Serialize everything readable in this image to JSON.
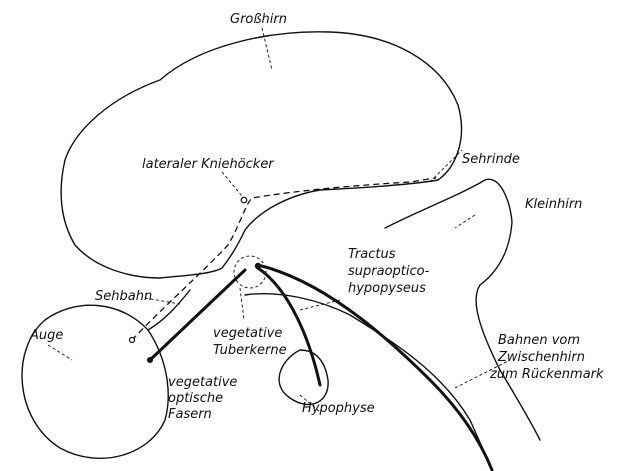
{
  "labels": {
    "grosshirn": "Großhirn",
    "lateraler_kniehoecker": "lateraler Kniehöcker",
    "sehrinde": "Sehrinde",
    "kleinhirn": "Kleinhirn",
    "tractus_line1": "Tractus",
    "tractus_line2": "supraoptico-",
    "tractus_line3": "hypopyseus",
    "sehbahn": "Sehbahn",
    "auge": "Auge",
    "veg_tuber_line1": "vegetative",
    "veg_tuber_line2": "Tuberkerne",
    "veg_opt_line1": "vegetative",
    "veg_opt_line2": "optische",
    "veg_opt_line3": "Fasern",
    "hypophyse": "Hypophyse",
    "bahnen_line1": "Bahnen vom",
    "bahnen_line2": "Zwischenhirn",
    "bahnen_line3": "zum Rückenmark"
  }
}
